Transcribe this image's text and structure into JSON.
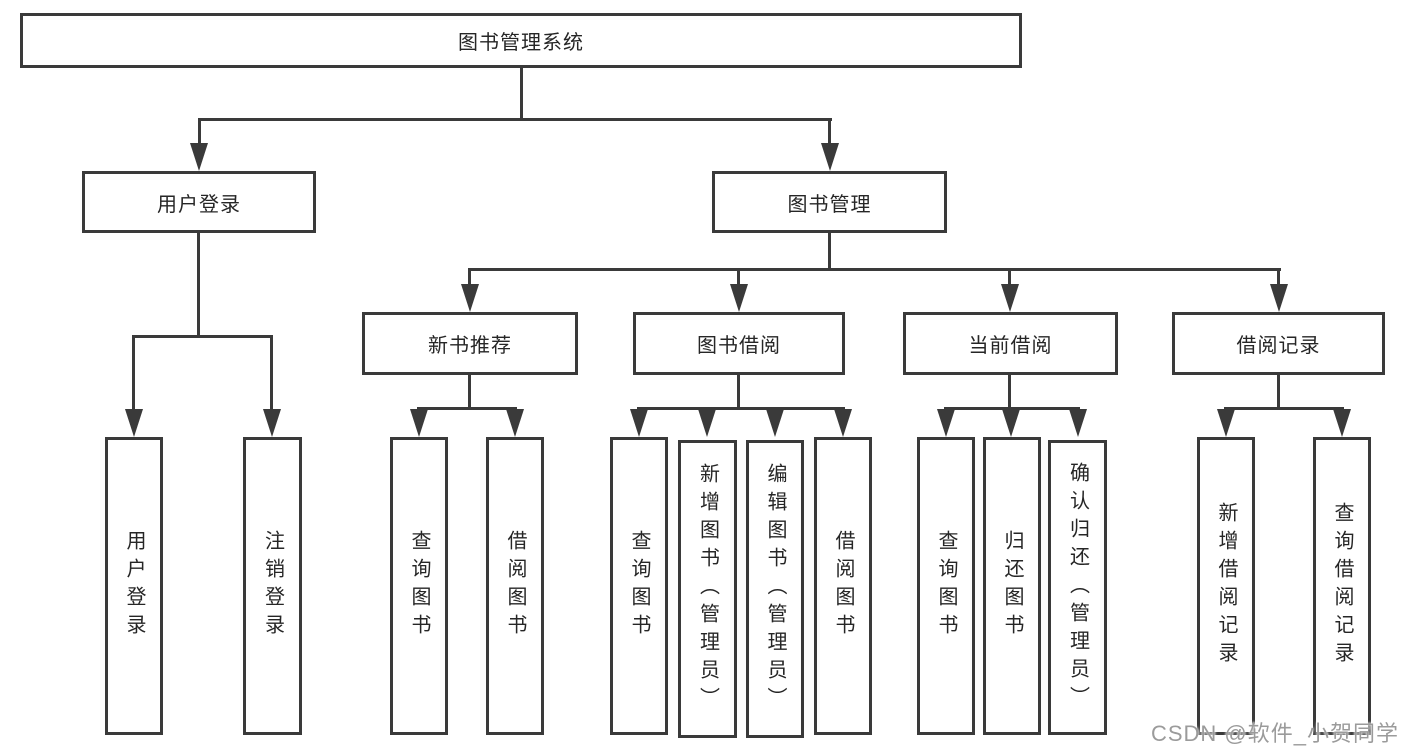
{
  "diagram": {
    "type": "tree",
    "title": "图书管理系统",
    "colors": {
      "line": "#3a3a3a",
      "box_border": "#3a3a3a",
      "text": "#262626",
      "background": "#ffffff",
      "watermark": "#9b9b9b"
    },
    "nodes": {
      "root": "图书管理系统",
      "user_login": "用户登录",
      "book_mgmt": "图书管理",
      "new_book_rec": "新书推荐",
      "book_borrow": "图书借阅",
      "current_borrow": "当前借阅",
      "borrow_record": "借阅记录",
      "leaf_user_login": "用户登录",
      "leaf_logout": "注销登录",
      "leaf_nb_query": "查询图书",
      "leaf_nb_borrow": "借阅图书",
      "leaf_bb_query": "查询图书",
      "leaf_bb_add": "新增图书（管理员）",
      "leaf_bb_edit": "编辑图书（管理员）",
      "leaf_bb_borrow": "借阅图书",
      "leaf_cb_query": "查询图书",
      "leaf_cb_return": "归还图书",
      "leaf_cb_confirm": "确认归还（管理员）",
      "leaf_br_add": "新增借阅记录",
      "leaf_br_query": "查询借阅记录"
    },
    "edges": [
      "root->user_login",
      "root->book_mgmt",
      "user_login->leaf_user_login",
      "user_login->leaf_logout",
      "book_mgmt->new_book_rec",
      "book_mgmt->book_borrow",
      "book_mgmt->current_borrow",
      "book_mgmt->borrow_record",
      "new_book_rec->leaf_nb_query",
      "new_book_rec->leaf_nb_borrow",
      "book_borrow->leaf_bb_query",
      "book_borrow->leaf_bb_add",
      "book_borrow->leaf_bb_edit",
      "book_borrow->leaf_bb_borrow",
      "current_borrow->leaf_cb_query",
      "current_borrow->leaf_cb_return",
      "current_borrow->leaf_cb_confirm",
      "borrow_record->leaf_br_add",
      "borrow_record->leaf_br_query"
    ]
  },
  "watermark": {
    "text": "CSDN @软件_小贺同学"
  }
}
